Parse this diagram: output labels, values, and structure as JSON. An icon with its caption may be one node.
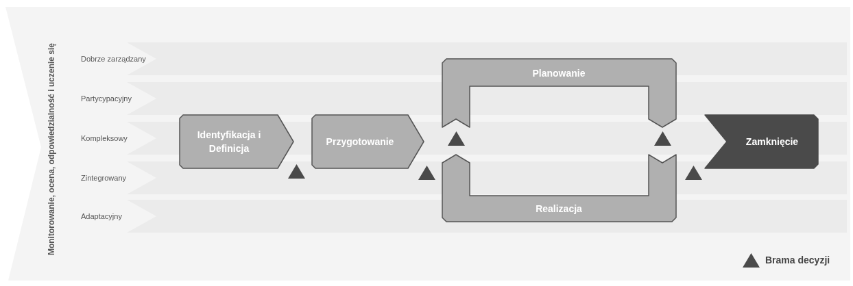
{
  "diagram": {
    "nodes": [
      {
        "text": [
          "Monitorowanie, ocena, odpowiedzialność i uczenie się"
        ]
      },
      {
        "text": [
          "Dobrze zarządzany"
        ],
        "in": 0
      },
      {
        "text": [
          "Partycypacyjny"
        ],
        "in": 0
      },
      {
        "text": [
          "Kompleksowy"
        ],
        "in": 0
      },
      {
        "text": [
          "Zintegrowany"
        ],
        "in": 0
      },
      {
        "text": [
          "Adaptacyjny"
        ],
        "in": 0
      },
      {
        "text": [
          "Identyfikacja i Definicja"
        ],
        "in": 0
      },
      {
        "text": [
          "Przygotowanie"
        ],
        "in": 0
      },
      {
        "text": [
          "Planowanie"
        ],
        "in": 0
      },
      {
        "text": [
          "Realizacja"
        ],
        "in": 0
      },
      {
        "text": [
          "Zamknięcie"
        ],
        "in": 0
      },
      {
        "text": [],
        "shape": "triangle",
        "in": 4
      },
      {
        "text": [],
        "shape": "triangle",
        "in": 4
      },
      {
        "text": [],
        "shape": "triangle",
        "in": 3
      },
      {
        "text": [],
        "shape": "triangle",
        "in": 3
      },
      {
        "text": [],
        "shape": "triangle",
        "in": 4
      }
    ],
    "edges": [],
    "legend": [
      {
        "text": "Brama decyzji"
      }
    ]
  }
}
